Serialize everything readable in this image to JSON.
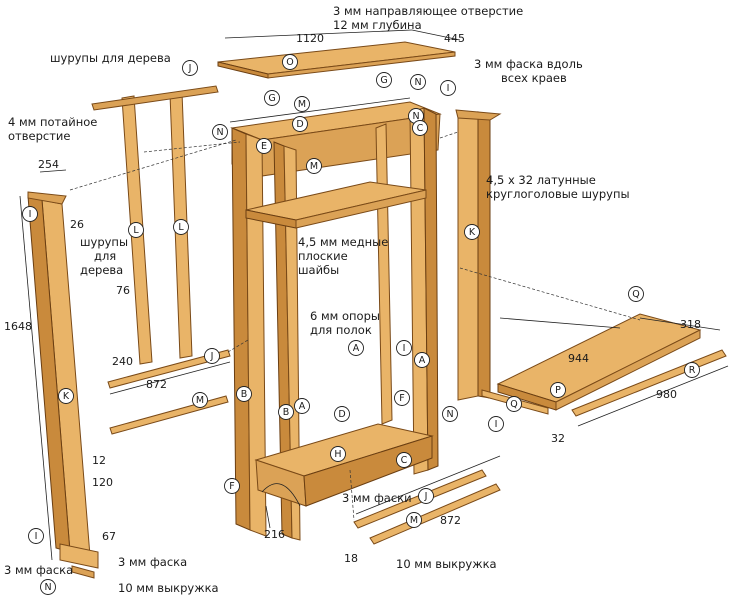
{
  "notes": {
    "guide_hole": "3 мм направляющее отверстие",
    "guide_depth": "12 мм глубина",
    "chamfer_edges_1": "3 мм фаска вдоль",
    "chamfer_edges_2": "всех краев",
    "wood_screws_top": "шурупы для дерева",
    "countersink_1": "4 мм потайное",
    "countersink_2": "отверстие",
    "wood_screws_side_1": "шурупы",
    "wood_screws_side_2": "для",
    "wood_screws_side_3": "дерева",
    "brass_screws_1": "4,5 х 32  латунные",
    "brass_screws_2": "круглоголовые шурупы",
    "washers_1": "4,5 мм медные",
    "washers_2": "плоские",
    "washers_3": "шайбы",
    "shelf_supports_1": "6 мм опоры",
    "shelf_supports_2": "для полок",
    "chamfer_3mm_left": "3 мм фаска",
    "chamfer_3mm_right": "3 мм фаска",
    "cove_10mm_left": "10 мм выкружка",
    "chamfers_3mm": "3 мм фаски",
    "cove_10mm_bottom": "10 мм выкружка"
  },
  "dimensions": {
    "top_length": "1120",
    "top_width": "445",
    "post_width": "254",
    "post_offset": "26",
    "post_height": "1648",
    "slat_width": "76",
    "slat_gap": "240",
    "rail_length": "872",
    "rail_length_bottom": "872",
    "shelf_length": "944",
    "shelf_width": "318",
    "shelf_cleat": "980",
    "cleat_thick": "32",
    "post_thick": "12",
    "foot_height": "120",
    "foot_width": "67",
    "base_height": "216",
    "rail_thick": "18"
  },
  "part_labels": [
    "O",
    "J",
    "G",
    "M",
    "N",
    "D",
    "G",
    "N",
    "I",
    "N",
    "E",
    "M",
    "I",
    "C",
    "I",
    "K",
    "L",
    "L",
    "K",
    "J",
    "Q",
    "R",
    "P",
    "Q",
    "M",
    "B",
    "A",
    "A",
    "D",
    "F",
    "B",
    "A",
    "H",
    "C",
    "F",
    "J",
    "M",
    "I",
    "N",
    "N",
    "I"
  ]
}
